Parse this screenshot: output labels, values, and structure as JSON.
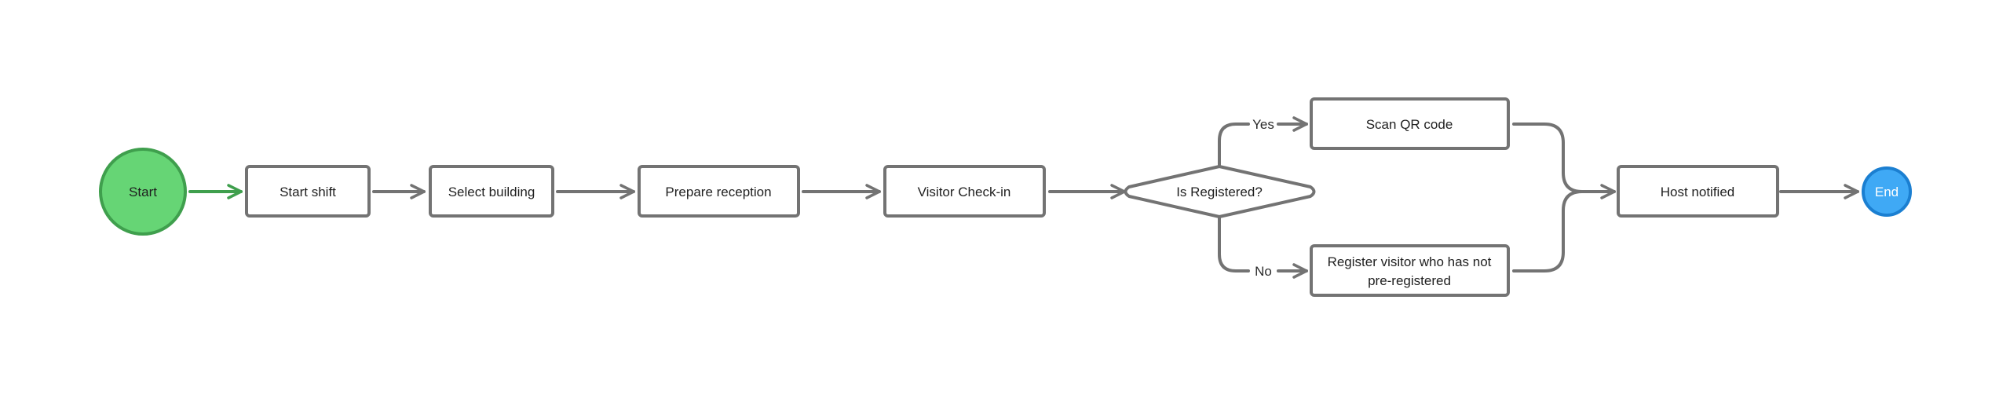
{
  "diagram": {
    "colors": {
      "stroke": "#737373",
      "start_fill": "#66d575",
      "start_stroke": "#3f9f4d",
      "end_fill": "#3fa9f5",
      "end_stroke": "#1b7fd1",
      "box_fill": "#ffffff"
    },
    "nodes": {
      "start": "Start",
      "start_shift": "Start shift",
      "select_building": "Select building",
      "prepare_reception": "Prepare reception",
      "visitor_checkin": "Visitor Check-in",
      "is_registered": "Is Registered?",
      "scan_qr": "Scan QR code",
      "register_visitor_line1": "Register visitor who has not",
      "register_visitor_line2": "pre-registered",
      "host_notified": "Host notified",
      "end": "End"
    },
    "edge_labels": {
      "yes": "Yes",
      "no": "No"
    }
  }
}
